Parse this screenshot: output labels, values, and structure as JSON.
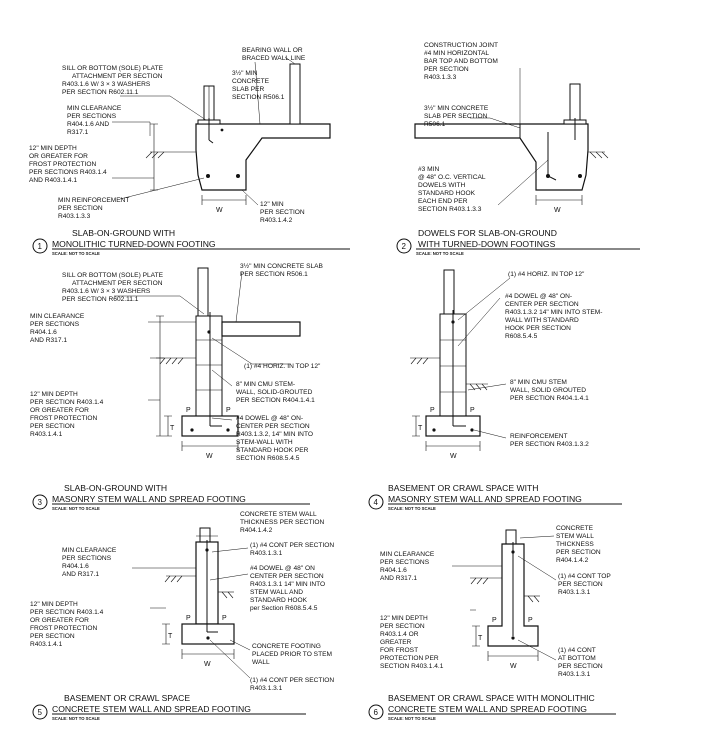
{
  "details": [
    {
      "id": "d1",
      "number": "1",
      "title_line1": "SLAB-ON-GROUND WITH",
      "title_line2": "MONOLITHIC TURNED-DOWN FOOTING",
      "scale": "SCALE: NOT TO SCALE",
      "dims": {
        "w": "W",
        "t": ""
      },
      "callouts": [
        {
          "name": "sill-plate-note",
          "lines": [
            "SILL OR BOTTOM (SOLE) PLATE",
            "ATTACHMENT PER SECTION",
            "R403.1.6 W/ 3 × 3 WASHERS",
            "PER SECTION R602.11.1"
          ]
        },
        {
          "name": "min-clearance-note",
          "lines": [
            "MIN CLEARANCE",
            "PER SECTIONS",
            "R404.1.6 AND",
            "R317.1"
          ]
        },
        {
          "name": "min-depth-note",
          "lines": [
            "12\" MIN DEPTH",
            "OR GREATER FOR",
            "FROST PROTECTION",
            "PER SECTIONS R403.1.4",
            "AND R403.1.4.1"
          ]
        },
        {
          "name": "min-reinforcement-note",
          "lines": [
            "MIN REINFORCEMENT",
            "PER SECTION",
            "R403.1.3.3"
          ]
        },
        {
          "name": "bearing-wall-note",
          "lines": [
            "BEARING WALL OR",
            "BRACED WALL LINE"
          ]
        },
        {
          "name": "slab-note",
          "lines": [
            "3½\" MIN",
            "CONCRETE",
            "SLAB PER",
            "SECTION R506.1"
          ]
        },
        {
          "name": "footing-width-note",
          "lines": [
            "12\" MIN",
            "PER SECTION",
            "R403.1.4.2"
          ]
        }
      ]
    },
    {
      "id": "d2",
      "number": "2",
      "title_line1": "DOWELS FOR SLAB-ON-GROUND",
      "title_line2": "WITH TURNED-DOWN FOOTINGS",
      "scale": "SCALE: NOT TO SCALE",
      "dims": {
        "w": "W",
        "t": ""
      },
      "callouts": [
        {
          "name": "construction-joint-note",
          "lines": [
            "CONSTRUCTION JOINT",
            "#4 MIN HORIZONTAL",
            "BAR TOP AND BOTTOM",
            "PER SECTION",
            "R403.1.3.3"
          ]
        },
        {
          "name": "slab-note",
          "lines": [
            "3½\" MIN CONCRETE",
            "SLAB PER SECTION",
            "R506.1"
          ]
        },
        {
          "name": "dowel-note",
          "lines": [
            "#3 MIN",
            "@ 48\" O.C. VERTICAL",
            "DOWELS WITH",
            "STANDARD HOOK",
            "EACH END PER",
            "SECTION R403.1.3.3"
          ]
        }
      ]
    },
    {
      "id": "d3",
      "number": "3",
      "title_line1": "SLAB-ON-GROUND WITH",
      "title_line2": "MASONRY STEM WALL AND SPREAD FOOTING",
      "scale": "SCALE: NOT TO SCALE",
      "dims": {
        "w": "W",
        "t": "T",
        "p": "P"
      },
      "callouts": [
        {
          "name": "sill-plate-note",
          "lines": [
            "SILL OR BOTTOM (SOLE) PLATE",
            "ATTACHMENT PER SECTION",
            "R403.1.6 W/ 3 × 3 WASHERS",
            "PER SECTION R602.11.1"
          ]
        },
        {
          "name": "min-clearance-note",
          "lines": [
            "MIN CLEARANCE",
            "PER SECTIONS",
            "R404.1.6",
            "AND R317.1"
          ]
        },
        {
          "name": "min-depth-note",
          "lines": [
            "12\" MIN DEPTH",
            "PER SECTION R403.1.4",
            "OR GREATER FOR",
            "FROST PROTECTION",
            "PER SECTION",
            "R403.1.4.1"
          ]
        },
        {
          "name": "slab-note",
          "lines": [
            "3½\" MIN CONCRETE SLAB",
            "PER SECTION R506.1"
          ]
        },
        {
          "name": "horiz-bar-note",
          "lines": [
            "(1) #4 HORIZ. IN TOP 12\""
          ]
        },
        {
          "name": "cmu-note",
          "lines": [
            "8\" MIN CMU STEM-",
            "WALL, SOLID-GROUTED",
            "PER SECTION R404.1.4.1"
          ]
        },
        {
          "name": "dowel-note",
          "lines": [
            "#4 DOWEL @ 48\" ON-",
            "CENTER PER SECTION",
            "R403.1.3.2, 14\" MIN INTO",
            "STEM-WALL WITH",
            "STANDARD HOOK PER",
            "SECTION R608.5.4.5"
          ]
        }
      ]
    },
    {
      "id": "d4",
      "number": "4",
      "title_line1": "BASEMENT OR CRAWL SPACE WITH",
      "title_line2": "MASONRY STEM WALL AND SPREAD FOOTING",
      "scale": "SCALE: NOT TO SCALE",
      "dims": {
        "w": "W",
        "t": "T",
        "p": "P"
      },
      "callouts": [
        {
          "name": "horiz-bar-note",
          "lines": [
            "(1) #4 HORIZ. IN TOP 12\""
          ]
        },
        {
          "name": "dowel-note",
          "lines": [
            "#4 DOWEL @ 48\" ON-",
            "CENTER PER SECTION",
            "R403.1.3.2 14\" MIN INTO STEM-",
            "WALL WITH STANDARD",
            "HOOK PER SECTION",
            "R608.5.4.5"
          ]
        },
        {
          "name": "cmu-note",
          "lines": [
            "8\" MIN CMU STEM",
            "WALL, SOLID GROUTED",
            "PER SECTION R404.1.4.1"
          ]
        },
        {
          "name": "reinforcement-note",
          "lines": [
            "REINFORCEMENT",
            "PER SECTION R403.1.3.2"
          ]
        }
      ]
    },
    {
      "id": "d5",
      "number": "5",
      "title_line1": "BASEMENT OR CRAWL SPACE",
      "title_line2": "CONCRETE STEM WALL AND SPREAD FOOTING",
      "scale": "SCALE: NOT TO SCALE",
      "dims": {
        "w": "W",
        "t": "T",
        "p": "P"
      },
      "callouts": [
        {
          "name": "wall-thickness-note",
          "lines": [
            "CONCRETE STEM WALL",
            "THICKNESS PER SECTION",
            "R404.1.4.2"
          ]
        },
        {
          "name": "cont-bar-note",
          "lines": [
            "(1) #4 CONT PER SECTION",
            "R403.1.3.1"
          ]
        },
        {
          "name": "dowel-note",
          "lines": [
            "#4 DOWEL @ 48\" ON",
            "CENTER PER SECTION",
            "R403.1.3.1 14\" MIN INTO",
            "STEM WALL AND",
            "STANDARD HOOK",
            "per Section R608.5.4.5"
          ]
        },
        {
          "name": "min-clearance-note",
          "lines": [
            "MIN CLEARANCE",
            "PER  SECTIONS",
            "R404.1.6",
            "AND R317.1"
          ]
        },
        {
          "name": "min-depth-note",
          "lines": [
            "12\" MIN DEPTH",
            "PER SECTION R403.1.4",
            "OR GREATER FOR",
            "FROST PROTECTION",
            "PER SECTION",
            "R403.1.4.1"
          ]
        },
        {
          "name": "footing-note",
          "lines": [
            "CONCRETE FOOTING",
            "PLACED PRIOR TO STEM",
            "WALL"
          ]
        },
        {
          "name": "bottom-bar-note",
          "lines": [
            "(1) #4 CONT PER SECTION",
            "R403.1.3.1"
          ]
        }
      ]
    },
    {
      "id": "d6",
      "number": "6",
      "title_line1": "BASEMENT OR CRAWL SPACE WITH MONOLITHIC",
      "title_line2": "CONCRETE STEM WALL AND SPREAD FOOTING",
      "scale": "SCALE: NOT TO SCALE",
      "dims": {
        "w": "W",
        "t": "T",
        "p": "P"
      },
      "callouts": [
        {
          "name": "min-clearance-note",
          "lines": [
            "MIN CLEARANCE",
            "PER SECTIONS",
            "R404.1.6",
            "AND R317.1"
          ]
        },
        {
          "name": "min-depth-note",
          "lines": [
            "12\" MIN DEPTH",
            "PER SECTION",
            "R403.1.4 OR",
            "GREATER",
            "FOR FROST",
            "PROTECTION PER",
            "SECTION R403.1.4.1"
          ]
        },
        {
          "name": "wall-thickness-note",
          "lines": [
            "CONCRETE",
            "STEM WALL",
            "THICKNESS",
            "PER SECTION",
            "R404.1.4.2"
          ]
        },
        {
          "name": "cont-top-note",
          "lines": [
            "(1) #4 CONT TOP",
            "PER SECTION",
            "R403.1.3.1"
          ]
        },
        {
          "name": "cont-bottom-note",
          "lines": [
            "(1) #4 CONT",
            "AT BOTTOM",
            "PER SECTION",
            "R403.1.3.1"
          ]
        }
      ]
    }
  ]
}
